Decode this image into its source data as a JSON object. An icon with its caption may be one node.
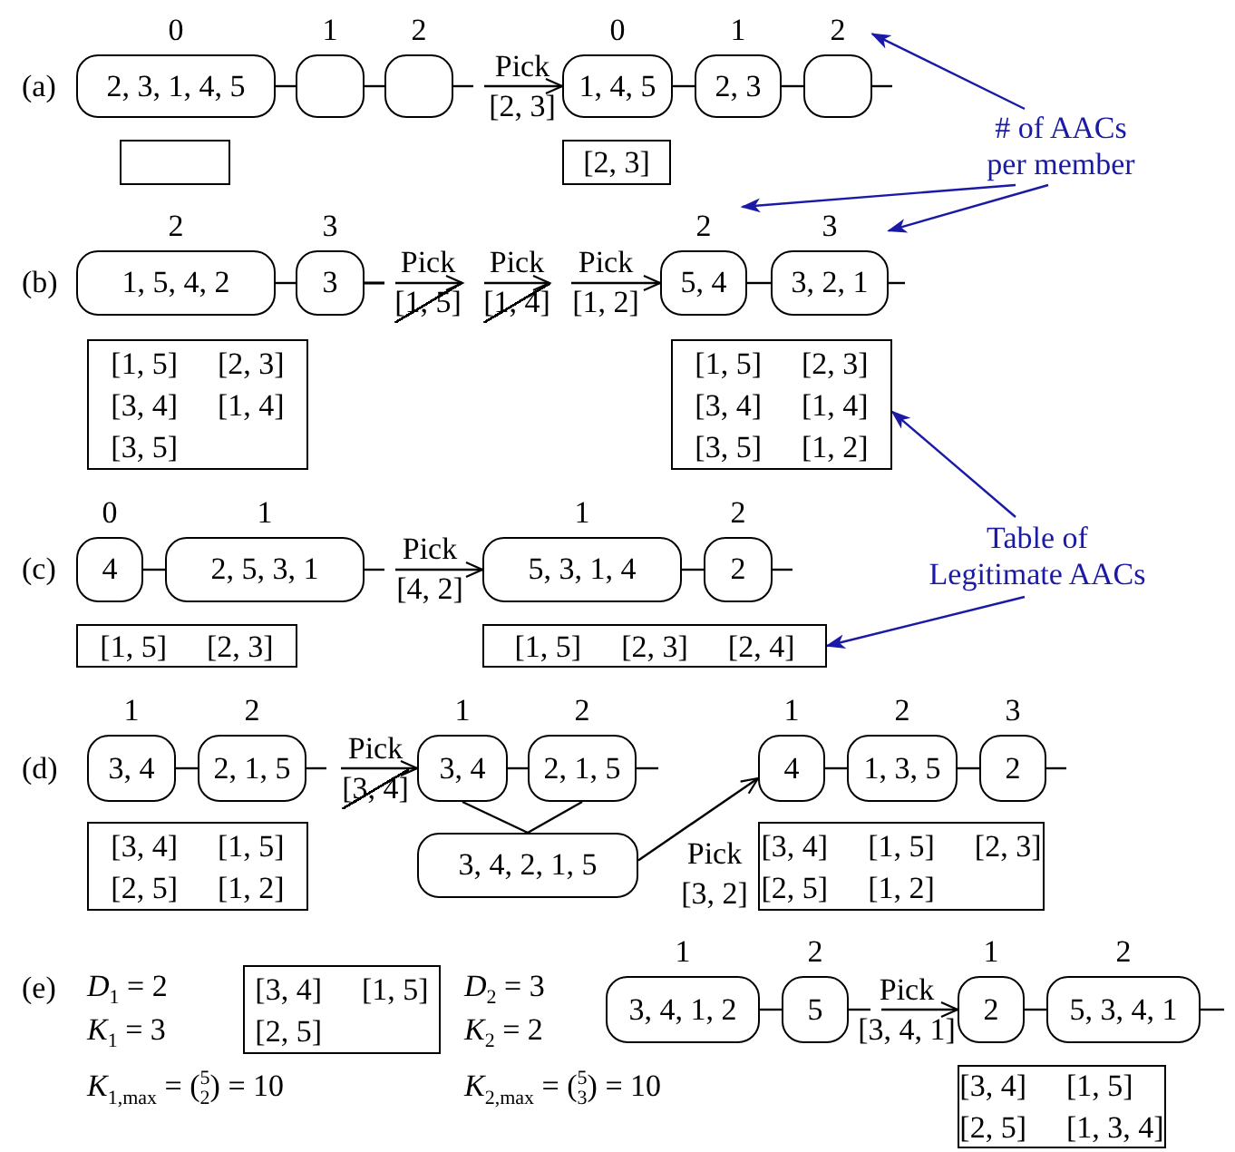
{
  "diagram": {
    "nodes": [
      {
        "text": [
          "2, 3, 1, 4, 5"
        ],
        "beside": [
          "0"
        ]
      },
      {
        "text": [],
        "shape": "box",
        "beside": [
          "1"
        ]
      },
      {
        "text": [],
        "shape": "box",
        "beside": [
          "2"
        ]
      },
      {
        "text": [
          "1, 4, 5"
        ],
        "beside": [
          "0"
        ]
      },
      {
        "text": [
          "2, 3"
        ],
        "beside": [
          "1"
        ]
      },
      {
        "text": [],
        "shape": "box",
        "beside": [
          "2"
        ]
      },
      {
        "text": [],
        "shape": "box"
      },
      {
        "text": [
          "[2, 3]"
        ]
      },
      {
        "text": [
          "# of AACs per member"
        ]
      },
      {
        "text": [
          "1, 5, 4, 2"
        ],
        "beside": [
          "2"
        ]
      },
      {
        "text": [
          "3"
        ],
        "beside": [
          "3"
        ]
      },
      {
        "text": [
          "5, 4"
        ],
        "beside": [
          "2"
        ]
      },
      {
        "text": [
          "3, 2, 1"
        ],
        "beside": [
          "3"
        ]
      },
      {
        "text": [
          "[1, 5]",
          "[2, 3]",
          "[3, 4]",
          "[1, 4]",
          "[3, 5]"
        ]
      },
      {
        "text": [
          "[1, 5]",
          "[2, 3]",
          "[3, 4]",
          "[1, 4]",
          "[3, 5]",
          "[1, 2]"
        ]
      },
      {
        "text": [
          "Table of Legitimate AACs"
        ]
      },
      {
        "text": [
          "4"
        ],
        "beside": [
          "0"
        ]
      },
      {
        "text": [
          "2, 5, 3, 1"
        ],
        "beside": [
          "1"
        ]
      },
      {
        "text": [
          "5, 3, 1, 4"
        ],
        "beside": [
          "1"
        ]
      },
      {
        "text": [
          "2"
        ],
        "beside": [
          "2"
        ]
      },
      {
        "text": [
          "[1, 5]",
          "[2, 3]"
        ]
      },
      {
        "text": [
          "[1, 5]",
          "[2, 3]",
          "[2, 4]"
        ]
      },
      {
        "text": [
          "3, 4"
        ],
        "beside": [
          "1"
        ]
      },
      {
        "text": [
          "2, 1, 5"
        ],
        "beside": [
          "2"
        ]
      },
      {
        "text": [
          "3, 4"
        ],
        "beside": [
          "1"
        ]
      },
      {
        "text": [
          "2, 1, 5"
        ],
        "beside": [
          "2"
        ]
      },
      {
        "text": [
          "4"
        ],
        "beside": [
          "1"
        ]
      },
      {
        "text": [
          "1, 3, 5"
        ],
        "beside": [
          "2"
        ]
      },
      {
        "text": [
          "2"
        ],
        "beside": [
          "3"
        ]
      },
      {
        "text": [
          "[3, 4]",
          "[1, 5]",
          "[2, 5]",
          "[1, 2]"
        ]
      },
      {
        "text": [
          "3, 4, 2, 1, 5"
        ]
      },
      {
        "text": [
          "[3, 4]",
          "[1, 5]",
          "[2, 3]",
          "[2, 5]",
          "[1, 2]"
        ]
      },
      {
        "text": [
          "[3, 4]",
          "[1, 5]",
          "[2, 5]"
        ]
      },
      {
        "text": [
          "3, 4, 1, 2"
        ],
        "beside": [
          "1"
        ]
      },
      {
        "text": [
          "5"
        ],
        "beside": [
          "2"
        ]
      },
      {
        "text": [
          "2"
        ],
        "beside": [
          "1"
        ]
      },
      {
        "text": [
          "5, 3, 4, 1"
        ],
        "beside": [
          "2"
        ]
      },
      {
        "text": [
          "[3, 4]",
          "[1, 5]",
          "[2, 5]",
          "[1, 3, 4]"
        ]
      }
    ],
    "edges": [
      {
        "from": 0,
        "to": 1,
        "arrow": "none"
      },
      {
        "from": 1,
        "to": 2,
        "arrow": "none"
      },
      {
        "from": 2,
        "to": null,
        "arrow": "none"
      },
      {
        "from": null,
        "to": 3,
        "arrow": "to",
        "label": "Pick [2, 3]"
      },
      {
        "from": 3,
        "to": 4,
        "arrow": "none"
      },
      {
        "from": 4,
        "to": 5,
        "arrow": "none"
      },
      {
        "from": 5,
        "to": null,
        "arrow": "none"
      },
      {
        "from": 8,
        "to": 5,
        "arrow": "to",
        "color": "#1a1aa6"
      },
      {
        "from": 8,
        "to": 11,
        "arrow": "to",
        "color": "#1a1aa6"
      },
      {
        "from": 8,
        "to": 12,
        "arrow": "to",
        "color": "#1a1aa6"
      },
      {
        "from": 9,
        "to": 10,
        "arrow": "none"
      },
      {
        "from": 10,
        "to": null,
        "arrow": "none"
      },
      {
        "from": 10,
        "to": null,
        "arrow": "to",
        "label": "Pick [1, 5]"
      },
      {
        "from": 10,
        "to": null,
        "arrow": "to",
        "label": "Pick [1, 4]"
      },
      {
        "from": null,
        "to": 11,
        "arrow": "to",
        "label": "Pick [1, 2]"
      },
      {
        "from": 11,
        "to": 12,
        "arrow": "none"
      },
      {
        "from": 12,
        "to": null,
        "arrow": "none"
      },
      {
        "from": 15,
        "to": 14,
        "arrow": "to",
        "color": "#1a1aa6"
      },
      {
        "from": 15,
        "to": 21,
        "arrow": "to",
        "color": "#1a1aa6"
      },
      {
        "from": 16,
        "to": 17,
        "arrow": "none"
      },
      {
        "from": 17,
        "to": null,
        "arrow": "none"
      },
      {
        "from": null,
        "to": 18,
        "arrow": "to",
        "label": "Pick [4, 2]"
      },
      {
        "from": 18,
        "to": 19,
        "arrow": "none"
      },
      {
        "from": 19,
        "to": null,
        "arrow": "none"
      },
      {
        "from": 22,
        "to": 23,
        "arrow": "none"
      },
      {
        "from": 23,
        "to": null,
        "arrow": "none"
      },
      {
        "from": null,
        "to": 24,
        "arrow": "to",
        "label": "Pick [3, 4]"
      },
      {
        "from": 24,
        "to": 25,
        "arrow": "none"
      },
      {
        "from": 25,
        "to": null,
        "arrow": "none"
      },
      {
        "from": 24,
        "to": 30,
        "arrow": "none"
      },
      {
        "from": 25,
        "to": 30,
        "arrow": "none"
      },
      {
        "from": 30,
        "to": 26,
        "arrow": "to",
        "label": "Pick [3, 2]"
      },
      {
        "from": 26,
        "to": 27,
        "arrow": "none"
      },
      {
        "from": 27,
        "to": 28,
        "arrow": "none"
      },
      {
        "from": 28,
        "to": null,
        "arrow": "none"
      },
      {
        "from": 33,
        "to": 34,
        "arrow": "none"
      },
      {
        "from": 34,
        "to": null,
        "arrow": "none"
      },
      {
        "from": null,
        "to": 35,
        "arrow": "to",
        "label": "Pick [3, 4, 1]"
      },
      {
        "from": 35,
        "to": 36,
        "arrow": "none"
      },
      {
        "from": 36,
        "to": null,
        "arrow": "none"
      }
    ],
    "labels": [
      "(a)",
      "(b)",
      "(c)",
      "(d)",
      "(e)",
      "*D*$_{1}$ = 2",
      "*D*$_{2}$ = 3",
      "*K*$_{1}$ = 3",
      "*K*$_{2}$ = 2",
      "*K*$_{1,max}$ = ($^{5}$$_{2}$) = 10",
      "*K*$_{2,max}$ = ($^{5}$$_{3}$) = 10"
    ]
  }
}
